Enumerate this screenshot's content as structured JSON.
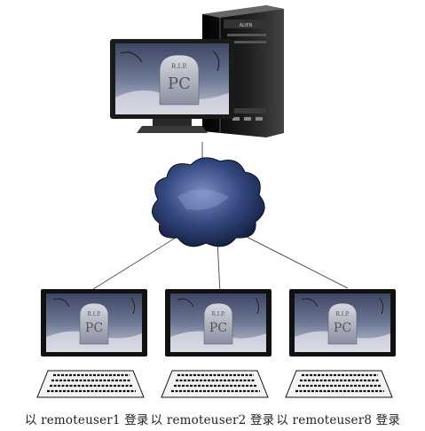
{
  "server": {
    "case_brand": "ALIEN",
    "screen_text_top": "R.I.P.",
    "screen_text_main": "PC"
  },
  "clients": [
    {
      "screen_text_top": "R.I.P.",
      "screen_text_main": "PC"
    },
    {
      "screen_text_top": "R.I.P.",
      "screen_text_main": "PC"
    },
    {
      "screen_text_top": "R.I.P.",
      "screen_text_main": "PC"
    }
  ],
  "caption": {
    "part1": "以 remoteuser1 登录",
    "part2": "以 remoteuser2 登录",
    "part3": "以 remoteuser8 登录"
  },
  "colors": {
    "cloud": "#2b3f78",
    "screen_bg": "#5f6b8a",
    "line": "#555555"
  }
}
